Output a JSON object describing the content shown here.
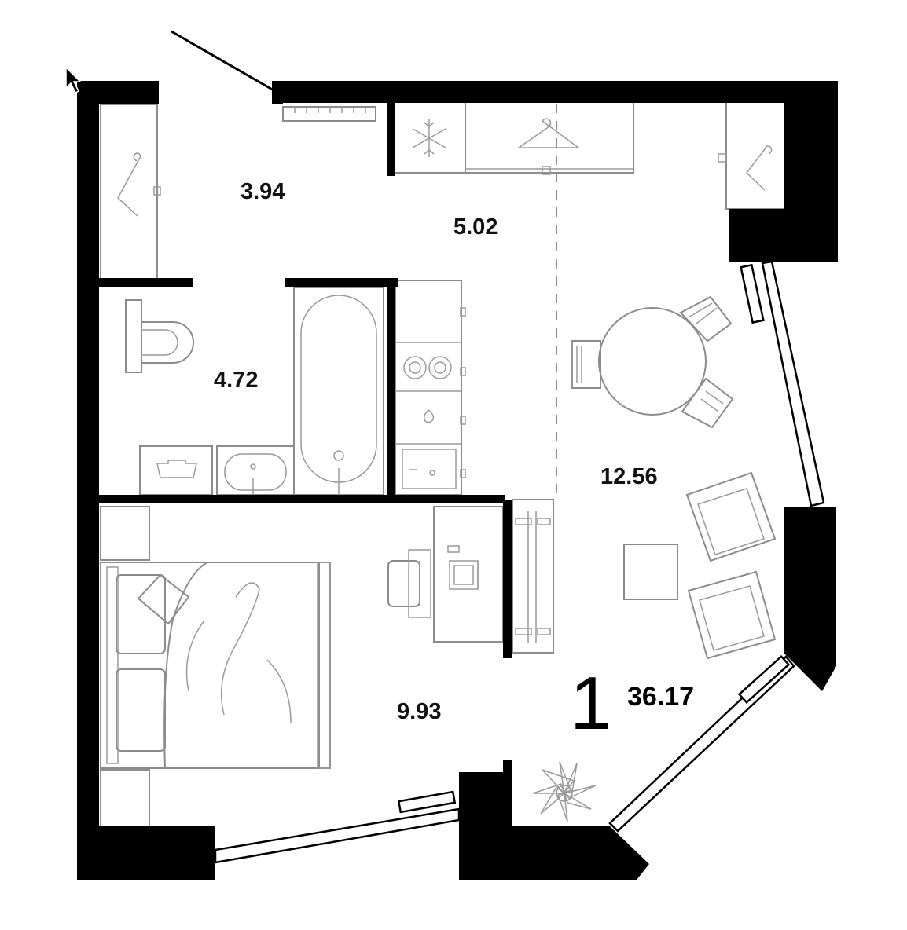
{
  "plan": {
    "rooms_count": "1",
    "total_area": "36.17",
    "rooms": [
      {
        "id": "hall",
        "area": "3.94"
      },
      {
        "id": "corridor",
        "area": "5.02"
      },
      {
        "id": "bathroom",
        "area": "4.72"
      },
      {
        "id": "living-kitchen",
        "area": "12.56"
      },
      {
        "id": "bedroom",
        "area": "9.93"
      }
    ]
  },
  "colors": {
    "wall": "#000000",
    "fixture_stroke": "#8c8c8c",
    "background": "#ffffff"
  }
}
